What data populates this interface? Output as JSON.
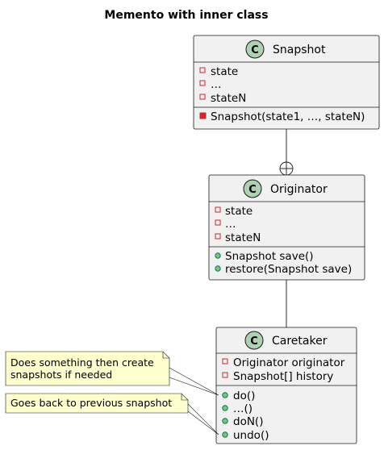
{
  "title": "Memento with inner class",
  "colors": {
    "class_fill": "#F1F1F1",
    "border": "#181818",
    "circle_fill": "#ADD1B2",
    "circle_stroke": "#181818",
    "private_field": "#C82930",
    "private_method": "#C82930",
    "public_method": "#84BE84",
    "public_method_stroke": "#038048",
    "note_fill": "#FEFECE"
  },
  "classes": {
    "snapshot": {
      "stereotype_letter": "C",
      "name": "Snapshot",
      "fields": [
        "state",
        "…",
        "stateN"
      ],
      "methods": [
        "Snapshot(state1, …, stateN)"
      ]
    },
    "originator": {
      "stereotype_letter": "C",
      "name": "Originator",
      "fields": [
        "state",
        "…",
        "stateN"
      ],
      "methods": [
        "Snapshot save()",
        "restore(Snapshot save)"
      ]
    },
    "caretaker": {
      "stereotype_letter": "C",
      "name": "Caretaker",
      "fields": [
        "Originator originator",
        "Snapshot[] history"
      ],
      "methods": [
        "do()",
        "…()",
        "doN()",
        "undo()"
      ]
    }
  },
  "notes": {
    "create_note": [
      "Does something then create",
      "snapshots if needed"
    ],
    "undo_note": [
      "Goes back to previous snapshot"
    ]
  }
}
